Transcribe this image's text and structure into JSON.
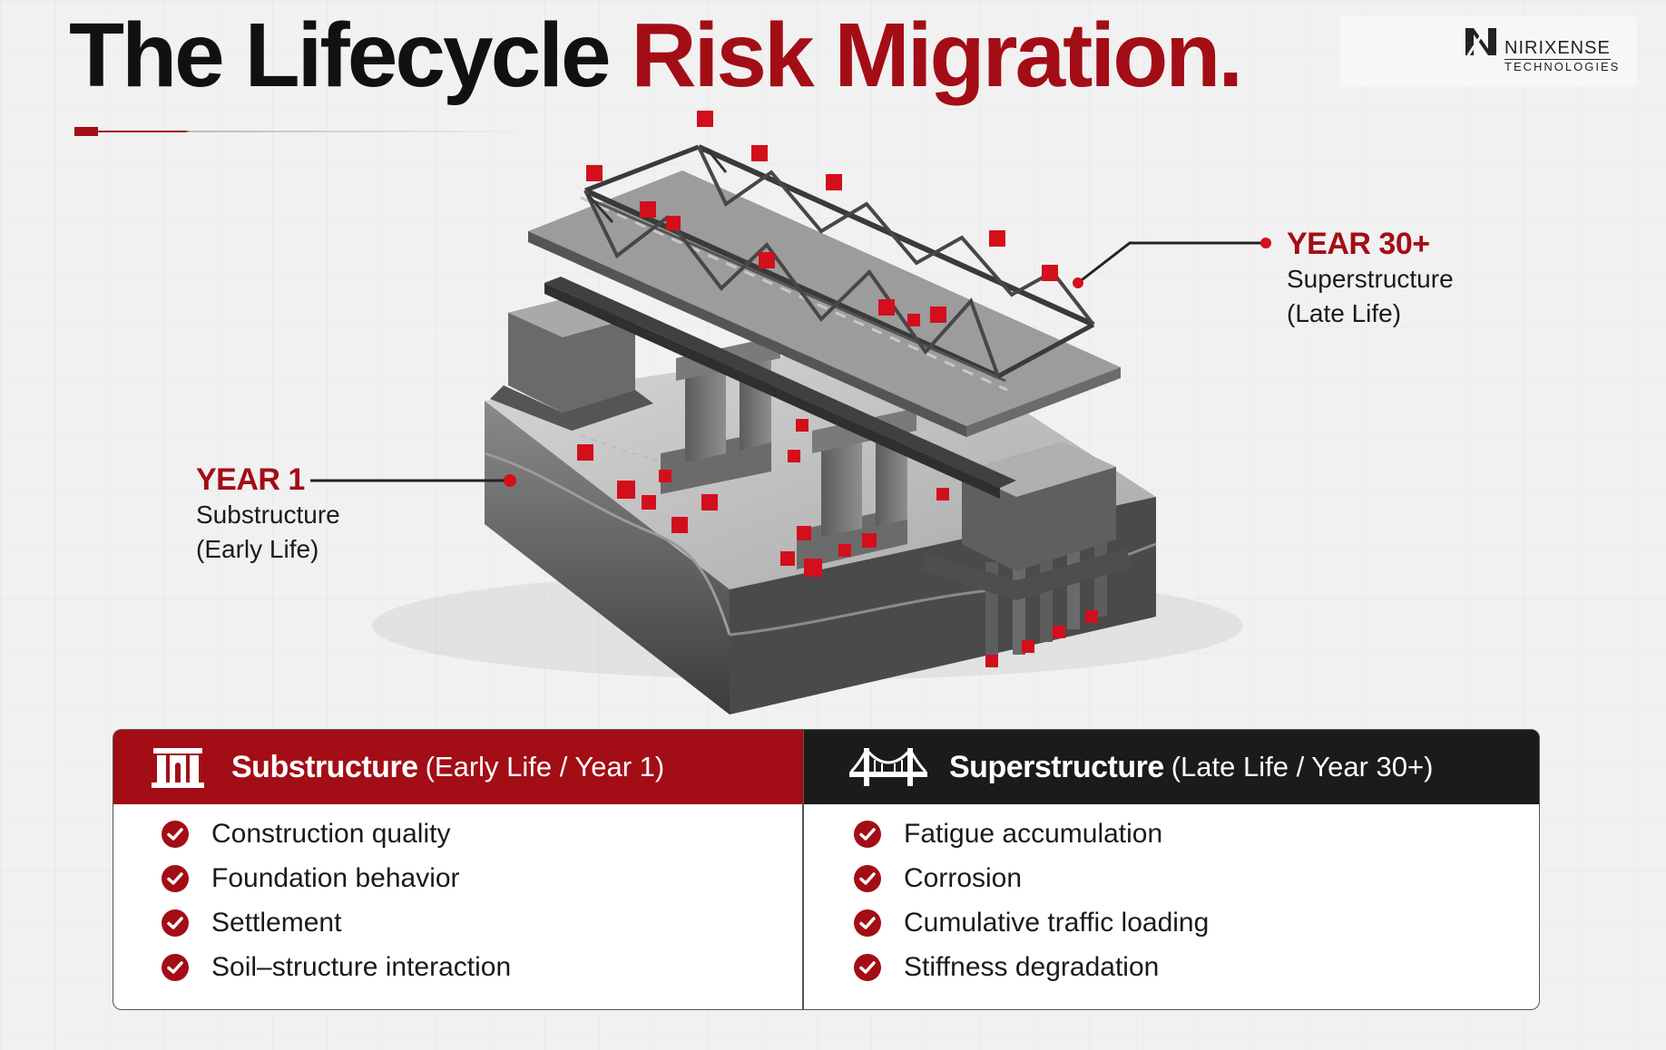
{
  "title": {
    "prefix": "The Lifecycle",
    "accent": "Risk Migration."
  },
  "logo": {
    "name": "NIRIXENSE",
    "tagline": "TECHNOLOGIES",
    "icon": "n-monogram-icon"
  },
  "colors": {
    "accent": "#a30d16",
    "dark": "#1b1b1b",
    "concrete": "#6e6e6e",
    "sensor": "#d30f1c"
  },
  "callouts": {
    "early": {
      "year": "YEAR 1",
      "line1": "Substructure",
      "line2": "(Early Life)"
    },
    "late": {
      "year": "YEAR 30+",
      "line1": "Superstructure",
      "line2": "(Late Life)"
    }
  },
  "panels": {
    "substructure": {
      "icon": "pier-icon",
      "title": "Substructure",
      "subtitle": "(Early Life / Year 1)",
      "items": [
        "Construction quality",
        "Foundation behavior",
        "Settlement",
        "Soil–structure interaction"
      ]
    },
    "superstructure": {
      "icon": "bridge-icon",
      "title": "Superstructure",
      "subtitle": "(Late Life / Year 30+)",
      "items": [
        "Fatigue accumulation",
        "Corrosion",
        "Cumulative traffic loading",
        "Stiffness degradation"
      ]
    }
  }
}
